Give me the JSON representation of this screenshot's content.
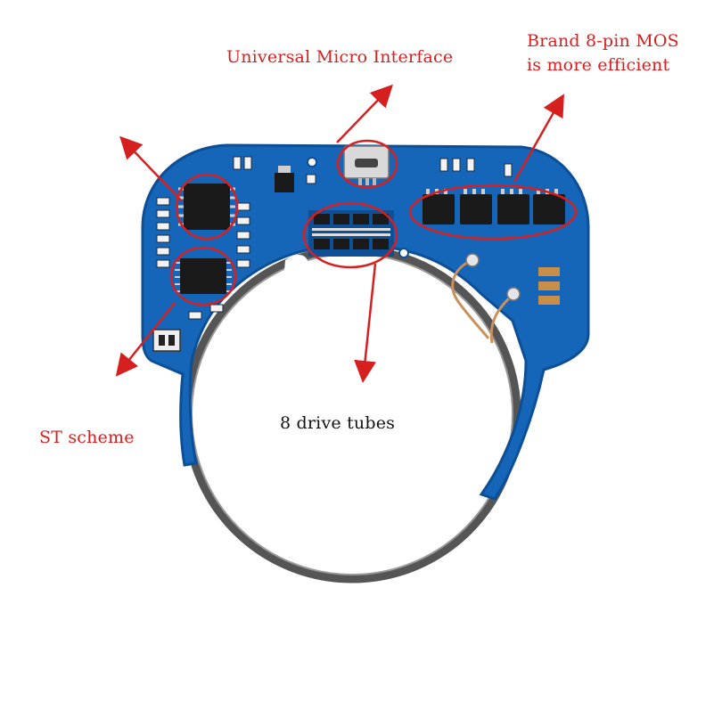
{
  "annotations": {
    "usb": "Universal Micro Interface",
    "mos_line1": "Brand 8-pin MOS",
    "mos_line2": "is more efficient",
    "st": "ST scheme",
    "drive": "8 drive tubes"
  },
  "colors": {
    "pcb_blue": "#1565b8",
    "pcb_edge": "#0d4f96",
    "annotation_red": "#d62020",
    "chip_black": "#1a1a1a",
    "copper": "#c98f48",
    "ring_gray": "#444444"
  }
}
